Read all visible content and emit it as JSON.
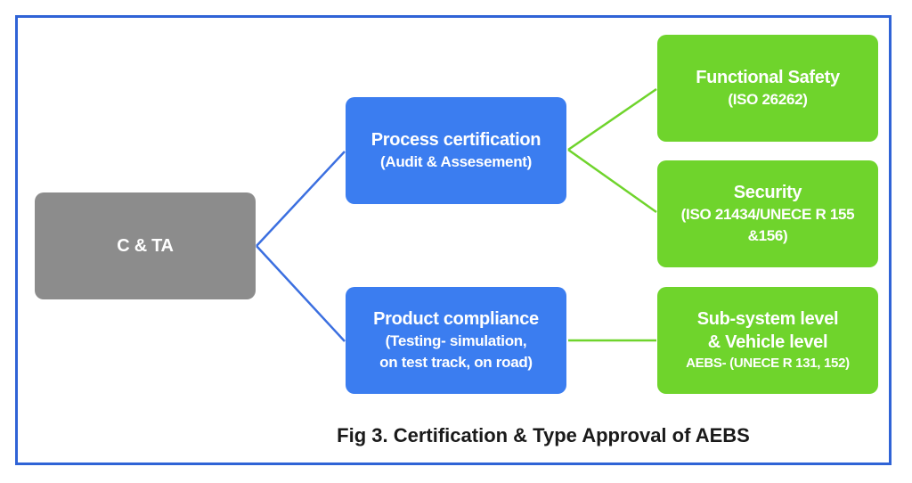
{
  "root": {
    "label": "C & TA"
  },
  "process": {
    "title": "Process certification",
    "subtitle": "(Audit & Assesement)"
  },
  "product": {
    "title": "Product compliance",
    "line2": "(Testing- simulation,",
    "line3": "on test track, on road)"
  },
  "functional_safety": {
    "title": "Functional Safety",
    "subtitle": "(ISO 26262)"
  },
  "security": {
    "title": "Security",
    "line2": "(ISO 21434/UNECE R 155",
    "line3": "&156)"
  },
  "subsystem": {
    "line1": "Sub-system level",
    "line2": "& Vehicle level",
    "line3": "AEBS- (UNECE  R 131, 152)"
  },
  "caption": "Fig 3. Certification & Type Approval of AEBS",
  "colors": {
    "frame": "#2f63d6",
    "root": "#8c8c8c",
    "level1": "#3b7df0",
    "level2": "#6fd42c",
    "connector_blue": "#3b6fe0",
    "connector_green": "#6fd42c"
  }
}
